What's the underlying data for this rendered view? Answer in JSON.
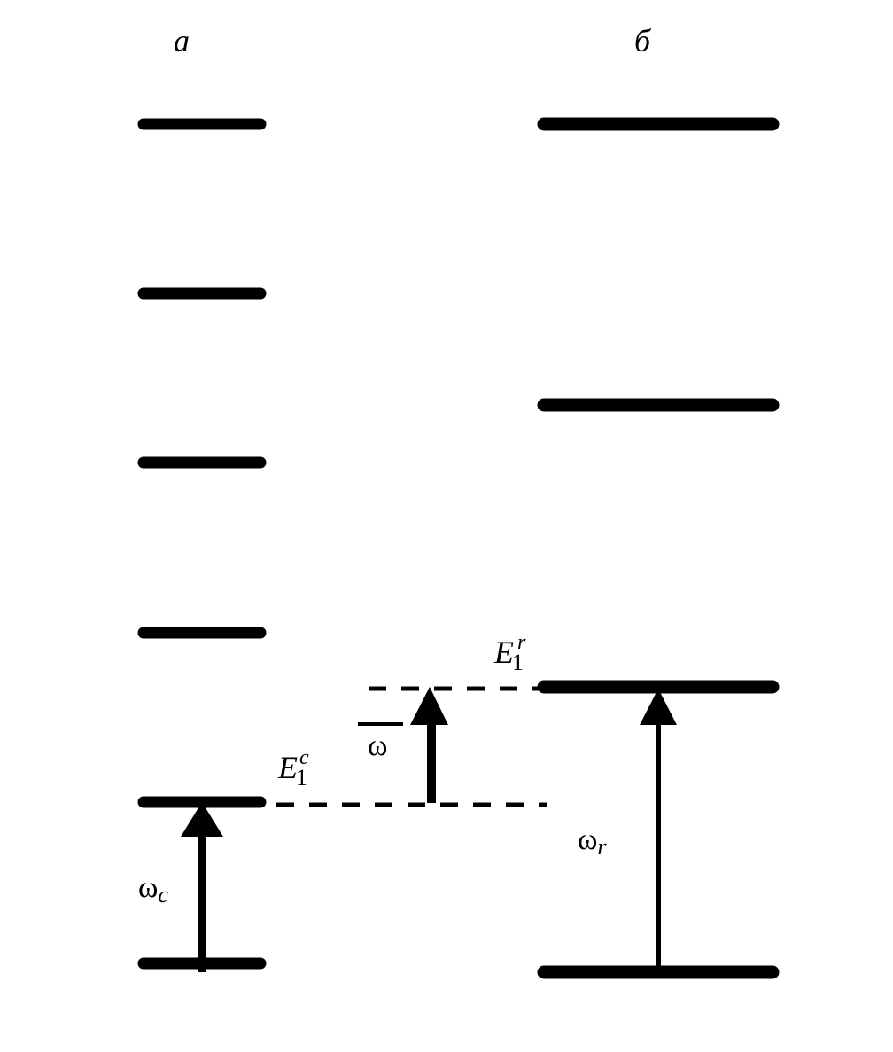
{
  "panels": {
    "a": {
      "label": "а"
    },
    "b": {
      "label": "б"
    }
  },
  "labels": {
    "omega_c": {
      "base": "ω",
      "sub": "c"
    },
    "omega_r": {
      "base": "ω",
      "sub": "r"
    },
    "omega": {
      "base": "ω"
    },
    "E1c": {
      "base": "E",
      "sub": "1",
      "sup": "c"
    },
    "E1r": {
      "base": "E",
      "sub": "1",
      "sup": "r"
    }
  },
  "colors": {
    "ink": "#000000",
    "background": "#ffffff"
  }
}
